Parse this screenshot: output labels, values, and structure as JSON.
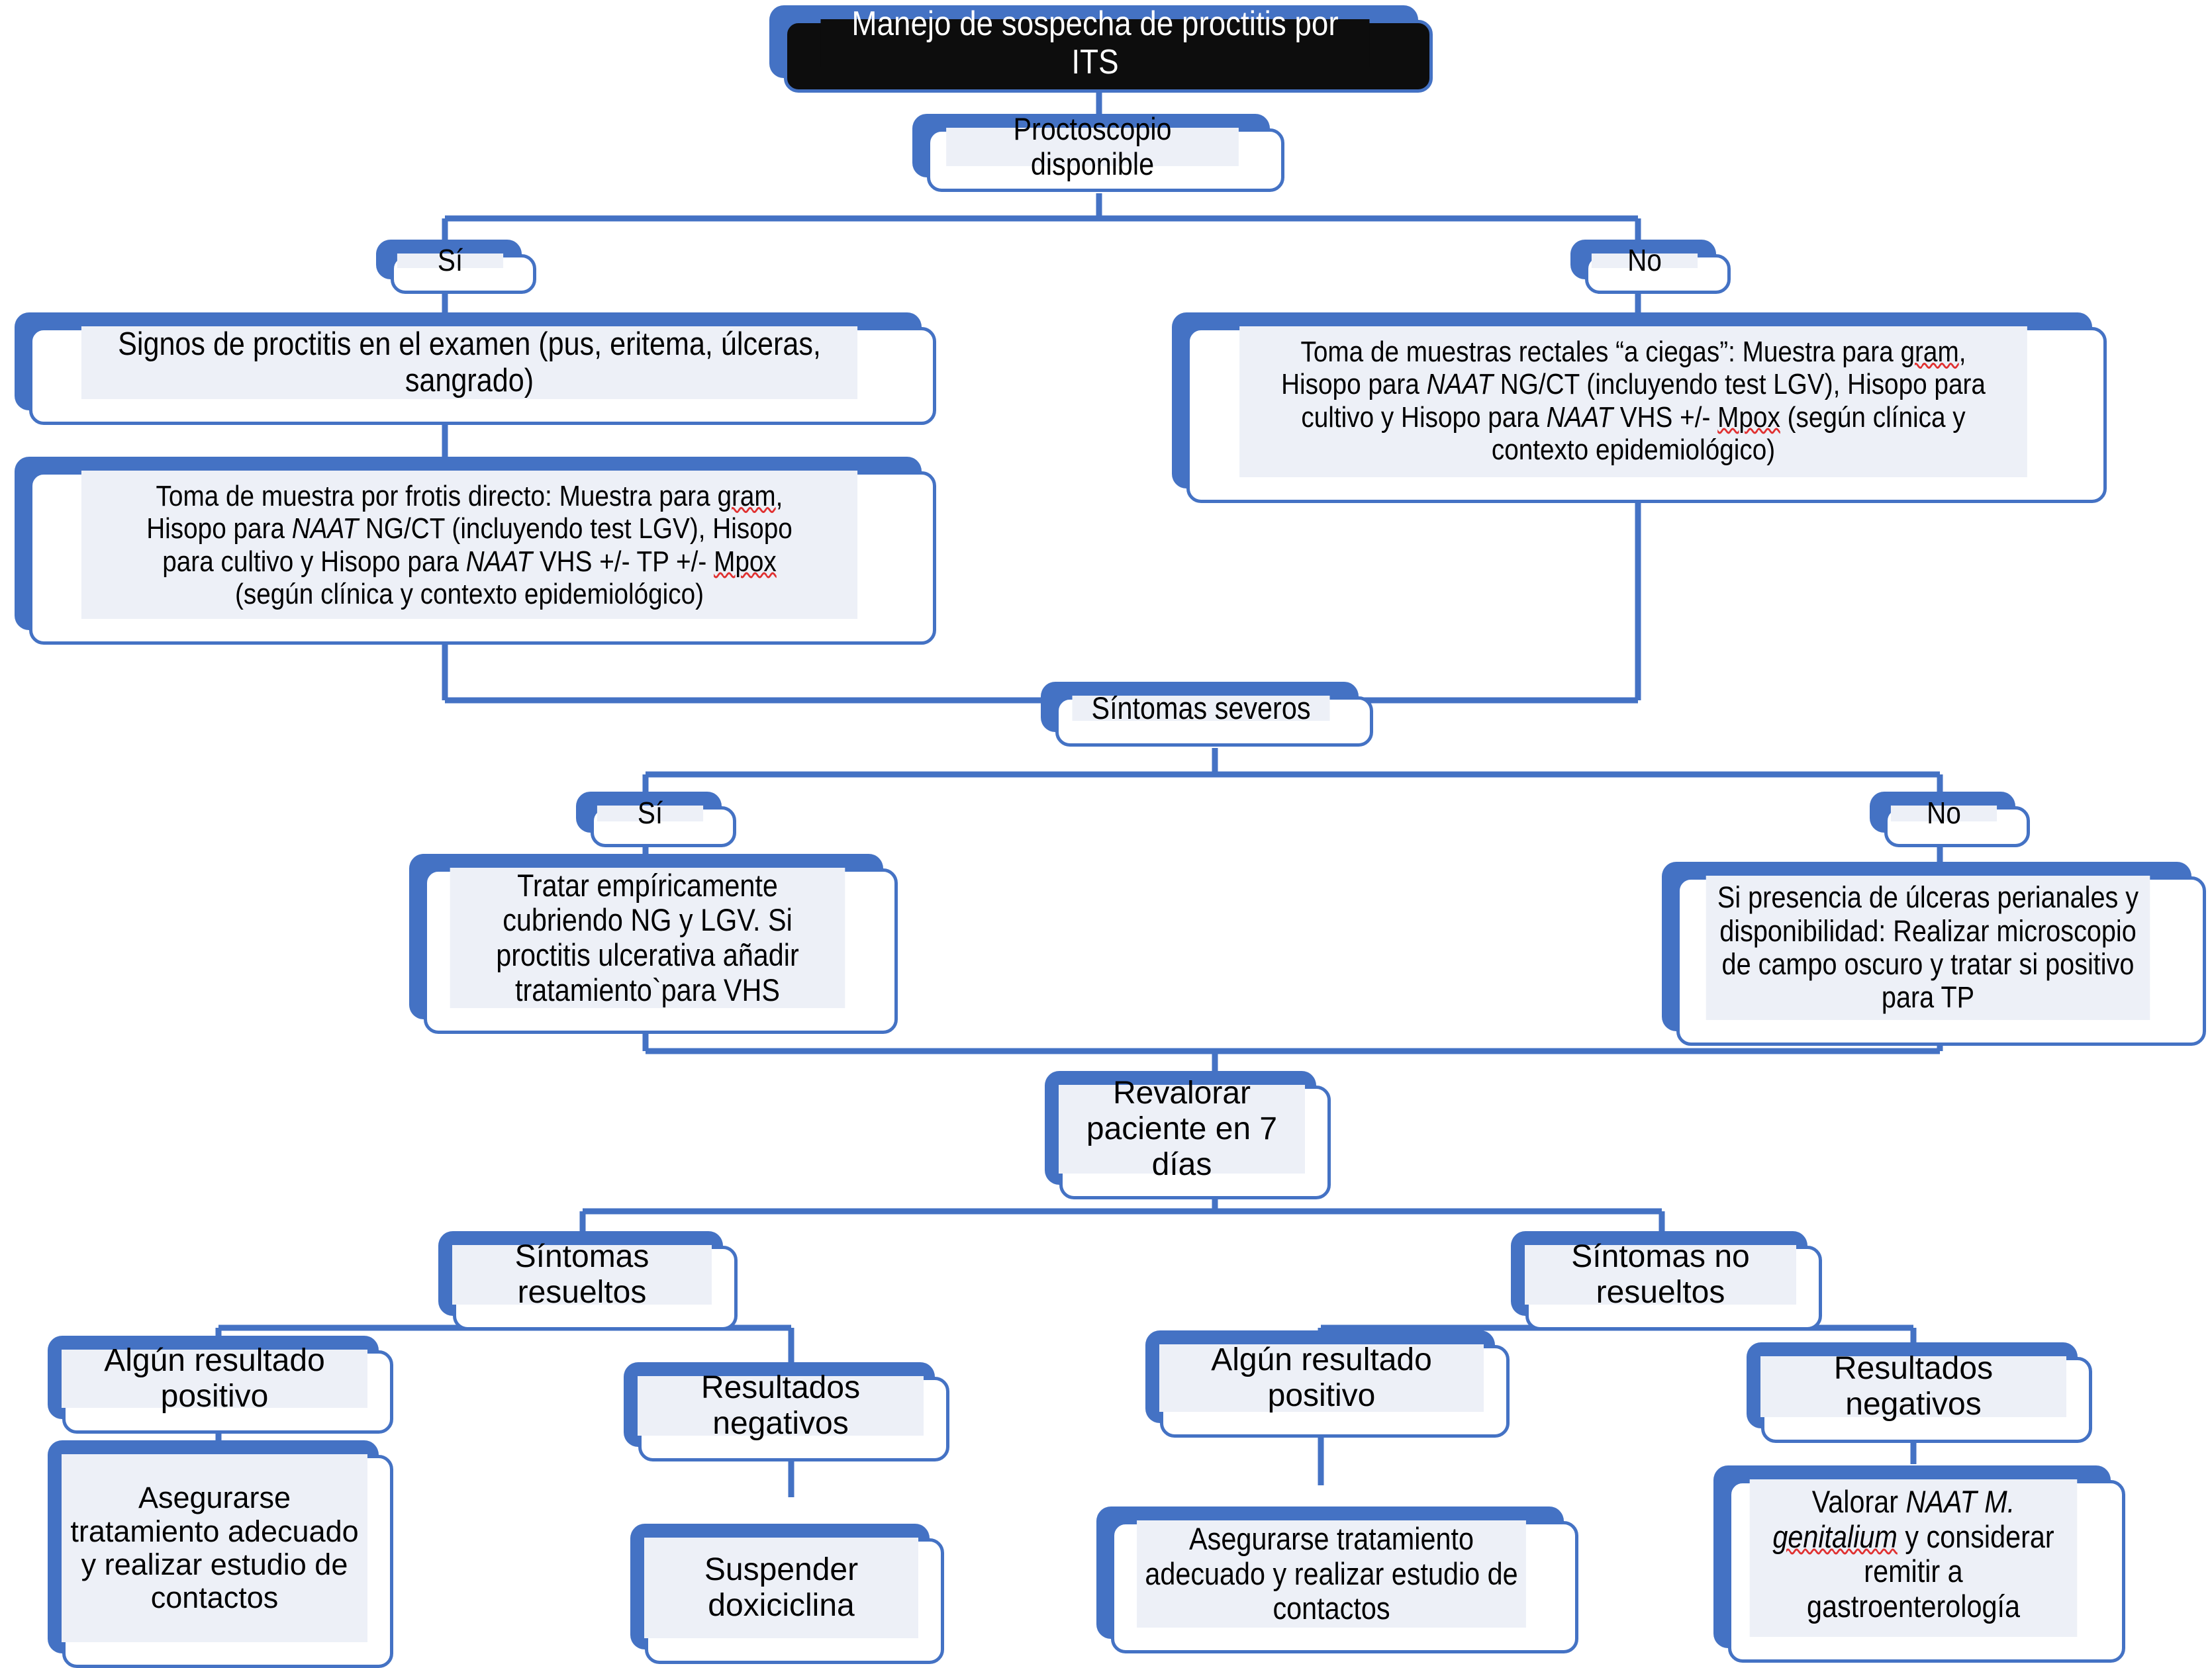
{
  "theme": {
    "accent_blue": "#4472C4",
    "node_fill": "#EDF0F7",
    "title_fill": "#0D0D0D",
    "title_text": "#FFFFFF",
    "spellcheck_underline": "#E03030"
  },
  "diagram": {
    "type": "flowchart",
    "title": "Manejo de sospecha de proctitis por ITS",
    "language": "es"
  },
  "nodes": {
    "title": {
      "label": "Manejo de sospecha de proctitis por ITS"
    },
    "proctoscopio": {
      "label": "Proctoscopio disponible"
    },
    "branch1_si": {
      "label": "Sí"
    },
    "branch1_no": {
      "label": "No"
    },
    "signos": {
      "label": "Signos de proctitis en el examen (pus, eritema, úlceras, sangrado)"
    },
    "frotis": {
      "line1": "Toma de muestra por frotis directo: Muestra para ",
      "sp1": "gram",
      "line1b": ",",
      "line2a": "Hisopo para ",
      "it1": "NAAT",
      "line2b": " NG/CT (incluyendo test LGV), Hisopo",
      "line3a": "para cultivo y Hisopo para ",
      "it2": "NAAT",
      "line3b": " VHS +/- TP +/- ",
      "sp2": "Mpox",
      "line4": "(según clínica y contexto epidemiológico)"
    },
    "ciegas": {
      "line1a": "Toma de muestras rectales “a ciegas”:  Muestra para ",
      "sp1": "gram",
      "line1b": ",",
      "line2a": "Hisopo para ",
      "it1": "NAAT",
      "line2b": " NG/CT (incluyendo test LGV), Hisopo para",
      "line3a": "cultivo y Hisopo para ",
      "it2": "NAAT",
      "line3b": " VHS +/- ",
      "sp2": "Mpox",
      "line3c": " (según clínica y",
      "line4": "contexto epidemiológico)"
    },
    "sintomas_severos": {
      "label": "Síntomas severos"
    },
    "branch2_si": {
      "label": "Sí"
    },
    "branch2_no": {
      "label": "No"
    },
    "tratar_empirico": {
      "label": "Tratar empíricamente cubriendo NG y LGV. Si proctitis ulcerativa añadir tratamiento`para VHS"
    },
    "ulceras_perianales": {
      "label": "Si presencia de úlceras perianales y disponibilidad: Realizar microscopio de campo oscuro y tratar si positivo para TP"
    },
    "revalorar": {
      "label": "Revalorar paciente en 7 días"
    },
    "sint_resueltos": {
      "label": "Síntomas resueltos"
    },
    "sint_no_resueltos": {
      "label": "Síntomas no resueltos"
    },
    "res_pos_left": {
      "label": "Algún resultado positivo"
    },
    "res_neg_left": {
      "label": "Resultados negativos"
    },
    "asegurarse_left": {
      "label": "Asegurarse tratamiento adecuado y realizar estudio de contactos"
    },
    "suspender": {
      "label": "Suspender doxiciclina"
    },
    "res_pos_right": {
      "label": "Algún resultado positivo"
    },
    "res_neg_right": {
      "label": "Resultados negativos"
    },
    "asegurarse_right": {
      "label": "Asegurarse tratamiento adecuado y realizar estudio de contactos"
    },
    "valorar_mgen": {
      "pre": "Valorar ",
      "it1": "NAAT M.",
      "it2": "genitalium",
      "post": " y considerar remitir a gastroenterología"
    }
  }
}
